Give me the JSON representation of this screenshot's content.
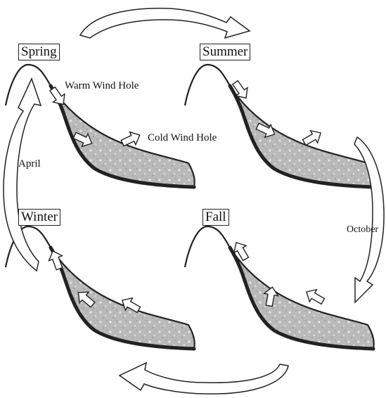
{
  "seasons": {
    "spring": "Spring",
    "summer": "Summer",
    "fall": "Fall",
    "winter": "Winter"
  },
  "annotations": {
    "warm_wind_hole": "Warm Wind Hole",
    "cold_wind_hole": "Cold Wind Hole",
    "april": "April",
    "october": "October"
  },
  "colors": {
    "talus_fill": "#b9b9b9",
    "outline": "#222222",
    "arrow_fill": "#ffffff"
  }
}
